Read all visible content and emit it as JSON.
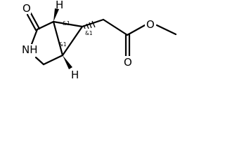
{
  "molecule": {
    "atoms": {
      "o_ketone": "O",
      "nh": "NH",
      "o_ester_carbonyl": "O",
      "o_ester": "O",
      "h_top": "H",
      "h_bottom": "H"
    },
    "stereo_labels": {
      "c1": "&1",
      "c5": "&1",
      "c6": "&1"
    }
  }
}
